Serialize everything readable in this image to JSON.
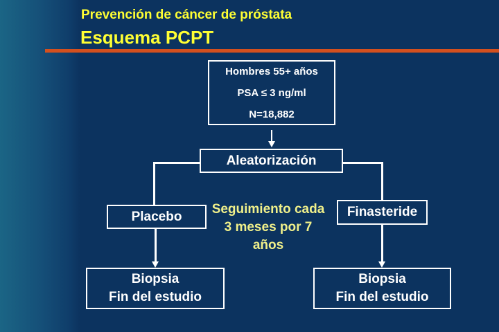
{
  "header": {
    "subtitle": "Prevención de cáncer de próstata",
    "title": "Esquema PCPT"
  },
  "diagram": {
    "population": {
      "line1": "Hombres 55+ años",
      "line2": "PSA ≤ 3 ng/ml",
      "line3": "N=18,882"
    },
    "randomization": "Aleatorización",
    "placebo": "Placebo",
    "finasteride": "Finasteride",
    "followup": {
      "line1": "Seguimiento cada",
      "line2": "3 meses por 7",
      "line3": "años"
    },
    "end_left": {
      "line1": "Biopsia",
      "line2": "Fin del estudio"
    },
    "end_right": {
      "line1": "Biopsia",
      "line2": "Fin del estudio"
    }
  },
  "colors": {
    "background": "#0c335f",
    "title": "#ffff33",
    "rule": "#d4501e",
    "followup": "#f0f08a"
  }
}
